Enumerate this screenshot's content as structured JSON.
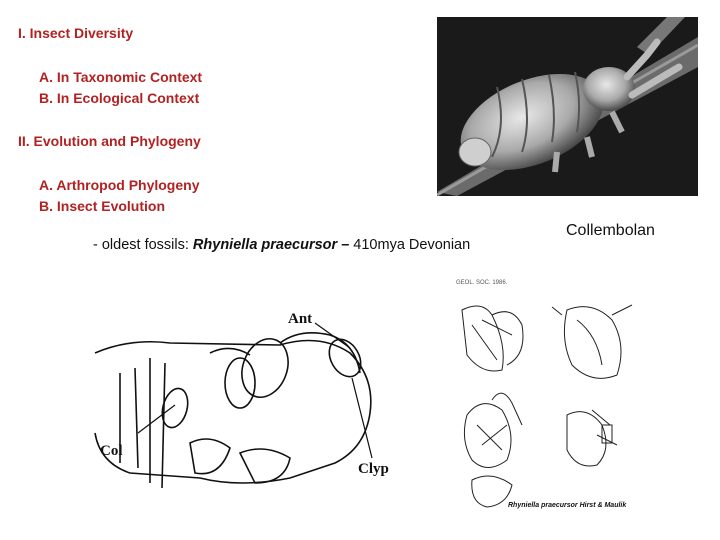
{
  "outline": {
    "i1": "I. Insect Diversity",
    "i1a": "A. In Taxonomic Context",
    "i1b": "B. In Ecological Context",
    "i2": "II. Evolution and Phylogeny",
    "i2a": "A. Arthropod Phylogeny",
    "i2b": "B. Insect Evolution"
  },
  "bullet": {
    "prefix": "- oldest fossils: ",
    "species": "Rhyniella praecursor",
    "dash": " – ",
    "suffix": "410mya Devonian"
  },
  "photo_caption": "Collembolan",
  "drawing_labels": {
    "ant": "Ant",
    "col": "Col",
    "clyp": "Clyp"
  },
  "plate": {
    "header": "GEOL. SOC. 1986.",
    "caption": "Rhyniella praecursor Hirst & Maulik"
  },
  "colors": {
    "heading": "#b22222",
    "text": "#111111"
  }
}
